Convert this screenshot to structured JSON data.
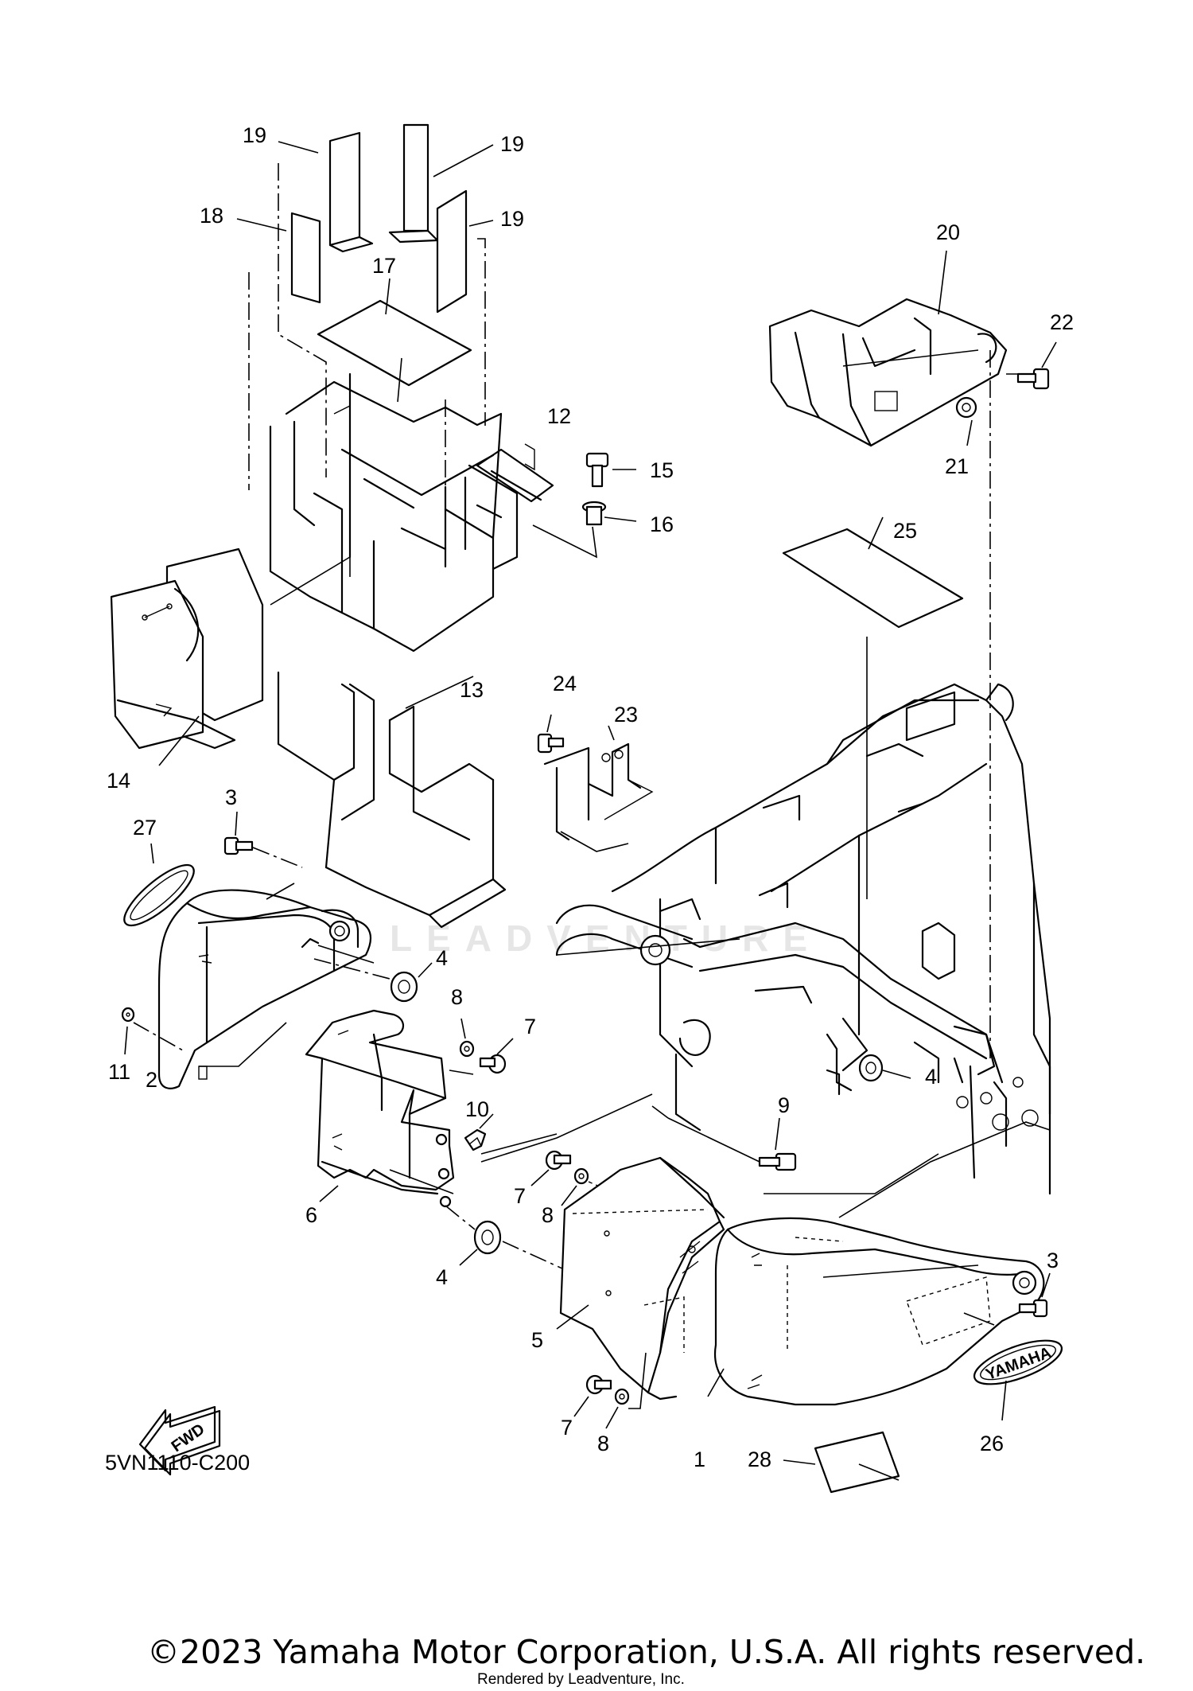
{
  "callouts": {
    "c1": "1",
    "c2": "2",
    "c3a": "3",
    "c3b": "3",
    "c4a": "4",
    "c4b": "4",
    "c4c": "4",
    "c5": "5",
    "c6": "6",
    "c7a": "7",
    "c7b": "7",
    "c7c": "7",
    "c8a": "8",
    "c8b": "8",
    "c8c": "8",
    "c9": "9",
    "c10": "10",
    "c11": "11",
    "c12": "12",
    "c13": "13",
    "c14": "14",
    "c15": "15",
    "c16": "16",
    "c17": "17",
    "c18": "18",
    "c19a": "19",
    "c19b": "19",
    "c19c": "19",
    "c20": "20",
    "c21": "21",
    "c22": "22",
    "c23": "23",
    "c24": "24",
    "c25": "25",
    "c26": "26",
    "c27": "27",
    "c28": "28"
  },
  "emblem_text": "YAMAHA",
  "fwd_text": "FWD",
  "watermark": "LEADVENTURE",
  "diagram_code": "5VN1110-C200",
  "copyright": "©2023 Yamaha Motor Corporation, U.S.A. All rights reserved.",
  "rendered_by": "Rendered by Leadventure, Inc."
}
